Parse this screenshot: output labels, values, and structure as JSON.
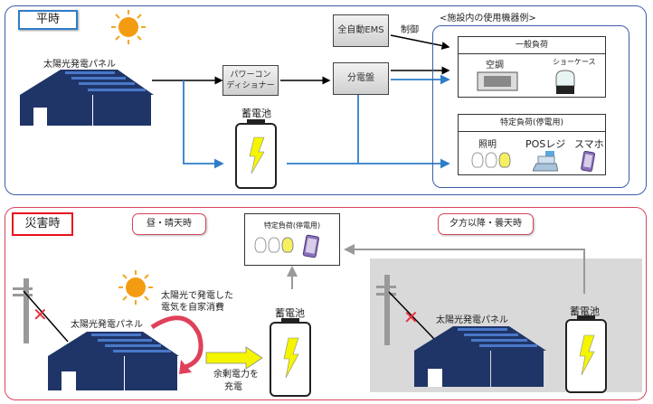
{
  "normal": {
    "label": "平時",
    "solar_panel_label": "太陽光発電パネル",
    "power_conditioner": "パワーコン\nディショナー",
    "power_conditioner_line1": "パワーコン",
    "power_conditioner_line2": "ディショナー",
    "ems": "全自動EMS",
    "control_label": "制御",
    "distribution_board": "分電盤",
    "battery_label": "蓄電池",
    "equipment_title": "<施設内の使用機器例>",
    "general_load": {
      "title": "一般負荷",
      "items": [
        "空調",
        "ショーケース"
      ]
    },
    "specific_load": {
      "title": "特定負荷(停電用)",
      "items": [
        "照明",
        "POSレジ",
        "スマホ"
      ]
    }
  },
  "disaster": {
    "label": "災害時",
    "daytime_label": "昼・晴天時",
    "night_label": "夕方以降・曇天時",
    "specific_load_title": "特定負荷(停電用)",
    "self_consume_line1": "太陽光で発電した",
    "self_consume_line2": "電気を自家消費",
    "solar_panel_label": "太陽光発電パネル",
    "surplus_line1": "余剰電力を",
    "surplus_line2": "充電",
    "battery_label": "蓄電池",
    "night_solar_panel_label": "太陽光発電パネル",
    "night_battery_label": "蓄電池"
  },
  "colors": {
    "normal_frame": "#3a5da8",
    "disaster_frame": "#d8465e",
    "house": "#1f3568",
    "flow_blue": "#2f7dc8",
    "bolt": "#f5f500"
  }
}
